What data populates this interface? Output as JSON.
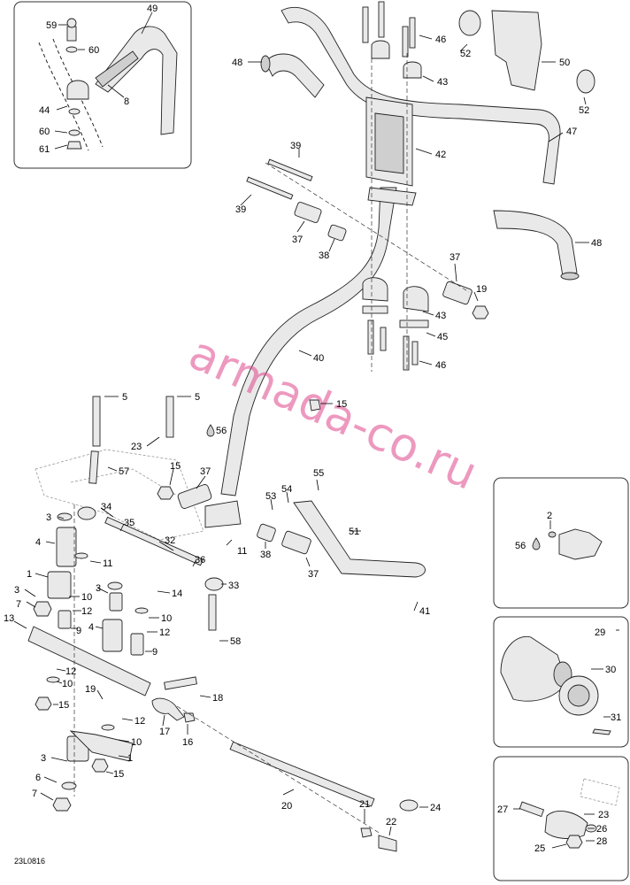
{
  "watermark": "armada-co.ru",
  "ref_code": "23L0816",
  "colors": {
    "watermark": "#e0478c",
    "line": "#222222",
    "part_fill": "#e9e9e9"
  },
  "icons": {
    "lube_drop": "drop-icon"
  },
  "callouts": {
    "c1a": "1",
    "c1b": "1",
    "c2": "2",
    "c3a": "3",
    "c3b": "3",
    "c3c": "3",
    "c3d": "3",
    "c4a": "4",
    "c4b": "4",
    "c5a": "5",
    "c5b": "5",
    "c6": "6",
    "c7a": "7",
    "c7b": "7",
    "c8": "8",
    "c9a": "9",
    "c9b": "9",
    "c10a": "10",
    "c10b": "10",
    "c10c": "10",
    "c10d": "10",
    "c11a": "11",
    "c11b": "11",
    "c12a": "12",
    "c12b": "12",
    "c12c": "12",
    "c12d": "12",
    "c13": "13",
    "c14": "14",
    "c15a": "15",
    "c15b": "15",
    "c15c": "15",
    "c15d": "15",
    "c16": "16",
    "c17": "17",
    "c18": "18",
    "c19a": "19",
    "c19b": "19",
    "c20": "20",
    "c21": "21",
    "c22": "22",
    "c23a": "23",
    "c23b": "23",
    "c24": "24",
    "c25": "25",
    "c26": "26",
    "c27": "27",
    "c28": "28",
    "c29": "29",
    "c30": "30",
    "c31": "31",
    "c32": "32",
    "c33": "33",
    "c34": "34",
    "c35": "35",
    "c36": "36",
    "c37a": "37",
    "c37b": "37",
    "c37c": "37",
    "c37d": "37",
    "c38a": "38",
    "c38b": "38",
    "c39a": "39",
    "c39b": "39",
    "c40": "40",
    "c41": "41",
    "c42": "42",
    "c43a": "43",
    "c43b": "43",
    "c44": "44",
    "c45": "45",
    "c46a": "46",
    "c46b": "46",
    "c47": "47",
    "c48a": "48",
    "c48b": "48",
    "c49": "49",
    "c50": "50",
    "c51": "51",
    "c52a": "52",
    "c52b": "52",
    "c53": "53",
    "c54": "54",
    "c55": "55",
    "c56a": "56",
    "c56b": "56",
    "c57": "57",
    "c58": "58",
    "c59": "59",
    "c60a": "60",
    "c60b": "60",
    "c61": "61"
  }
}
